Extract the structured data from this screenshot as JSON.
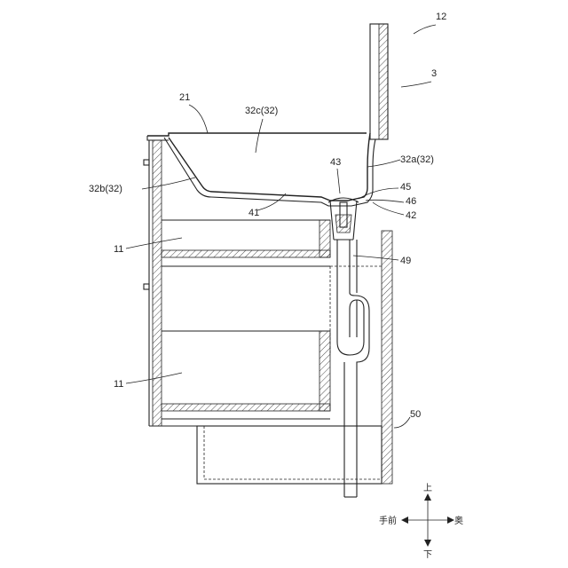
{
  "labels": {
    "l12": "12",
    "l3": "3",
    "l21": "21",
    "l32c": "32c(32)",
    "l43": "43",
    "l32a": "32a(32)",
    "l32b": "32b(32)",
    "l45": "45",
    "l46": "46",
    "l41": "41",
    "l42": "42",
    "l11_upper": "11",
    "l49": "49",
    "l11_lower": "11",
    "l50": "50"
  },
  "directions": {
    "up": "上",
    "down": "下",
    "front": "手前",
    "back": "奥"
  }
}
